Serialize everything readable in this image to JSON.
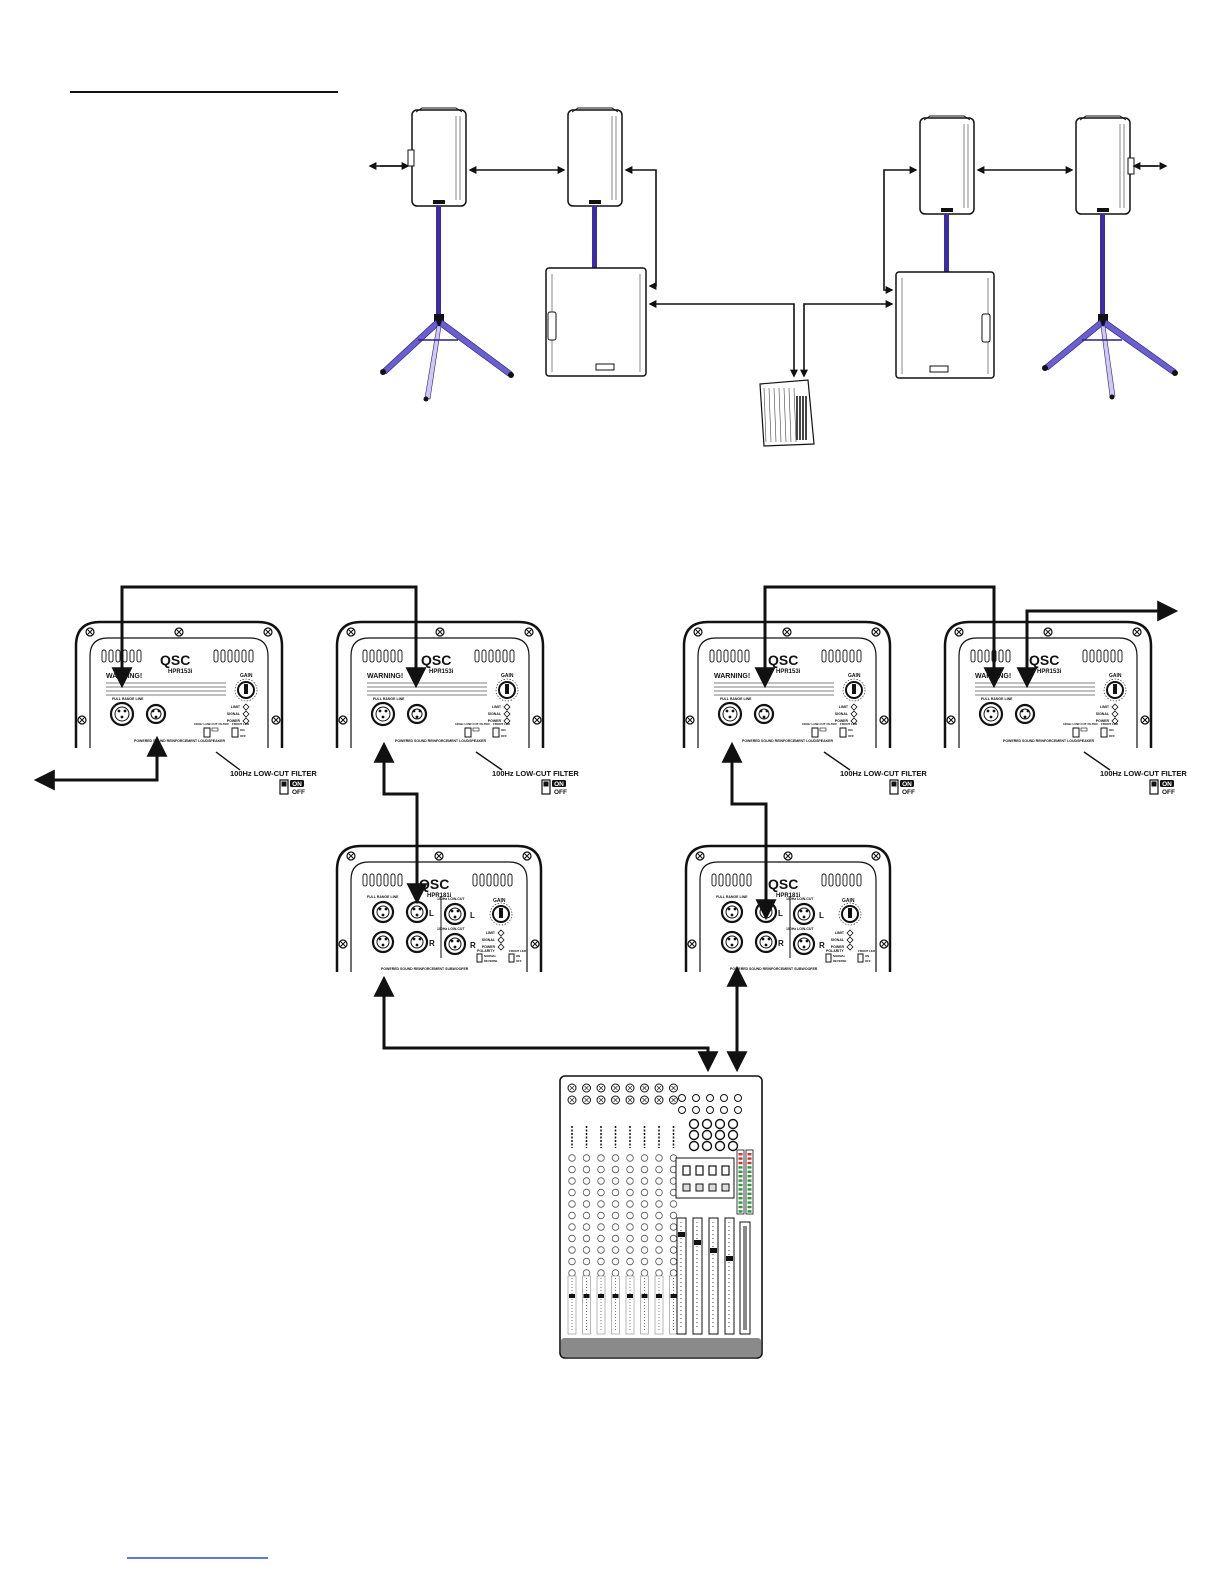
{
  "colors": {
    "ink": "#111111",
    "stand": "#3d2ba8",
    "stand_light": "#cfc8f2",
    "panel_fill": "#ffffff",
    "link_blue": "#2b4bd1",
    "mixer_band": "#8a8a8a"
  },
  "panels": {
    "top_row": [
      {
        "brand": "QSC",
        "model": "HPR153i",
        "warning": "WARNING!",
        "gain": "GAIN",
        "label_in": "FULL RANGE LINE",
        "footer": "POWERED SOUND REINFORCEMENT LOUDSPEAKER",
        "filter_switch": "100Hz LOW-CUT FILTER",
        "front_led": "FRONT LED",
        "on": "ON",
        "off": "OFF",
        "leds": [
          "LIMIT",
          "SIGNAL",
          "POWER"
        ]
      },
      {
        "brand": "QSC",
        "model": "HPR153i",
        "warning": "WARNING!",
        "gain": "GAIN",
        "label_in": "FULL RANGE LINE",
        "footer": "POWERED SOUND REINFORCEMENT LOUDSPEAKER",
        "filter_switch": "100Hz LOW-CUT FILTER",
        "front_led": "FRONT LED",
        "on": "ON",
        "off": "OFF",
        "leds": [
          "LIMIT",
          "SIGNAL",
          "POWER"
        ]
      },
      {
        "brand": "QSC",
        "model": "HPR153i",
        "warning": "WARNING!",
        "gain": "GAIN",
        "label_in": "FULL RANGE LINE",
        "footer": "POWERED SOUND REINFORCEMENT LOUDSPEAKER",
        "filter_switch": "100Hz LOW-CUT FILTER",
        "front_led": "FRONT LED",
        "on": "ON",
        "off": "OFF",
        "leds": [
          "LIMIT",
          "SIGNAL",
          "POWER"
        ]
      },
      {
        "brand": "QSC",
        "model": "HPR153i",
        "warning": "WARNING!",
        "gain": "GAIN",
        "label_in": "FULL RANGE LINE",
        "footer": "POWERED SOUND REINFORCEMENT LOUDSPEAKER",
        "filter_switch": "100Hz LOW-CUT FILTER",
        "front_led": "FRONT LED",
        "on": "ON",
        "off": "OFF",
        "leds": [
          "LIMIT",
          "SIGNAL",
          "POWER"
        ]
      }
    ],
    "sub_row": [
      {
        "brand": "QSC",
        "model": "HPR181i",
        "label_in": "FULL RANGE LINE",
        "hp_out": "100Hz LOW-CUT",
        "gain": "GAIN",
        "footer": "POWERED SOUND REINFORCEMENT SUBWOOFER",
        "polarity": "POLARITY",
        "normal": "NORMAL",
        "reverse": "REVERSE",
        "front_led": "FRONT LED",
        "on": "ON",
        "off": "OFF",
        "ch_l": "L",
        "ch_r": "R",
        "leds": [
          "LIMIT",
          "SIGNAL",
          "POWER"
        ]
      },
      {
        "brand": "QSC",
        "model": "HPR181i",
        "label_in": "FULL RANGE LINE",
        "hp_out": "100Hz LOW-CUT",
        "gain": "GAIN",
        "footer": "POWERED SOUND REINFORCEMENT SUBWOOFER",
        "polarity": "POLARITY",
        "normal": "NORMAL",
        "reverse": "REVERSE",
        "front_led": "FRONT LED",
        "on": "ON",
        "off": "OFF",
        "ch_l": "L",
        "ch_r": "R",
        "leds": [
          "LIMIT",
          "SIGNAL",
          "POWER"
        ]
      }
    ]
  },
  "callouts": [
    {
      "text": "100Hz LOW-CUT FILTER",
      "on": "ON",
      "off": "OFF"
    },
    {
      "text": "100Hz LOW-CUT FILTER",
      "on": "ON",
      "off": "OFF"
    },
    {
      "text": "100Hz LOW-CUT FILTER",
      "on": "ON",
      "off": "OFF"
    },
    {
      "text": "100Hz LOW-CUT FILTER",
      "on": "ON",
      "off": "OFF"
    }
  ],
  "mixer": {
    "channels": 8,
    "stereo_channels": 4
  }
}
